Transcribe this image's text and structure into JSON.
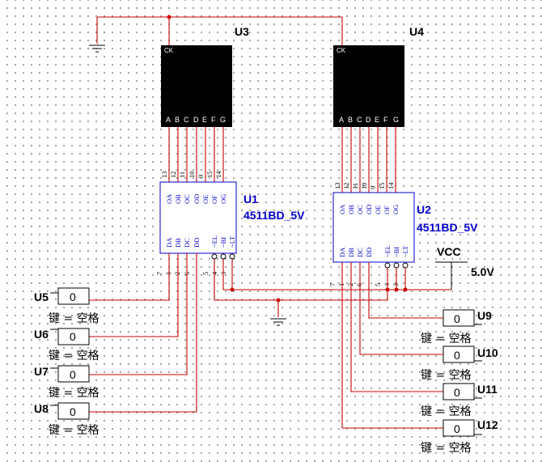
{
  "displays": {
    "u3": {
      "label": "U3",
      "clock": "CK",
      "segments": [
        "A",
        "B",
        "C",
        "D",
        "E",
        "F",
        "G"
      ]
    },
    "u4": {
      "label": "U4",
      "clock": "CK",
      "segments": [
        "A",
        "B",
        "C",
        "D",
        "E",
        "F",
        "G"
      ]
    }
  },
  "decoders": {
    "u1": {
      "label": "U1",
      "part": "4511BD_5V"
    },
    "u2": {
      "label": "U2",
      "part": "4511BD_5V"
    },
    "outputs": [
      "OA",
      "OB",
      "OC",
      "OD",
      "OE",
      "OF",
      "OG"
    ],
    "output_pins": [
      "13",
      "12",
      "11",
      "10",
      "9",
      "15",
      "14"
    ],
    "inputs": [
      "DA",
      "DB",
      "DC",
      "DD"
    ],
    "input_pins": [
      "7",
      "1",
      "2",
      "6"
    ],
    "controls": [
      "~EL",
      "~BI",
      "~LT"
    ],
    "control_pins": [
      "5",
      "4",
      "3"
    ]
  },
  "switches": [
    {
      "label": "U5",
      "value": "0",
      "key": "键 = 空格"
    },
    {
      "label": "U6",
      "value": "0",
      "key": "键 = 空格"
    },
    {
      "label": "U7",
      "value": "0",
      "key": "键 = 空格"
    },
    {
      "label": "U8",
      "value": "0",
      "key": "键 = 空格"
    },
    {
      "label": "U9",
      "value": "0",
      "key": "键 = 空格"
    },
    {
      "label": "U10",
      "value": "0",
      "key": "键 = 空格"
    },
    {
      "label": "U11",
      "value": "0",
      "key": "键 = 空格"
    },
    {
      "label": "U12",
      "value": "0",
      "key": "键 = 空格"
    }
  ],
  "supply": {
    "name": "VCC",
    "voltage": "5.0V"
  },
  "colors": {
    "wire": "#cc0000",
    "ic_label": "#0000cc",
    "display_body": "#000000",
    "grid_dot": "#8a8a8a"
  }
}
